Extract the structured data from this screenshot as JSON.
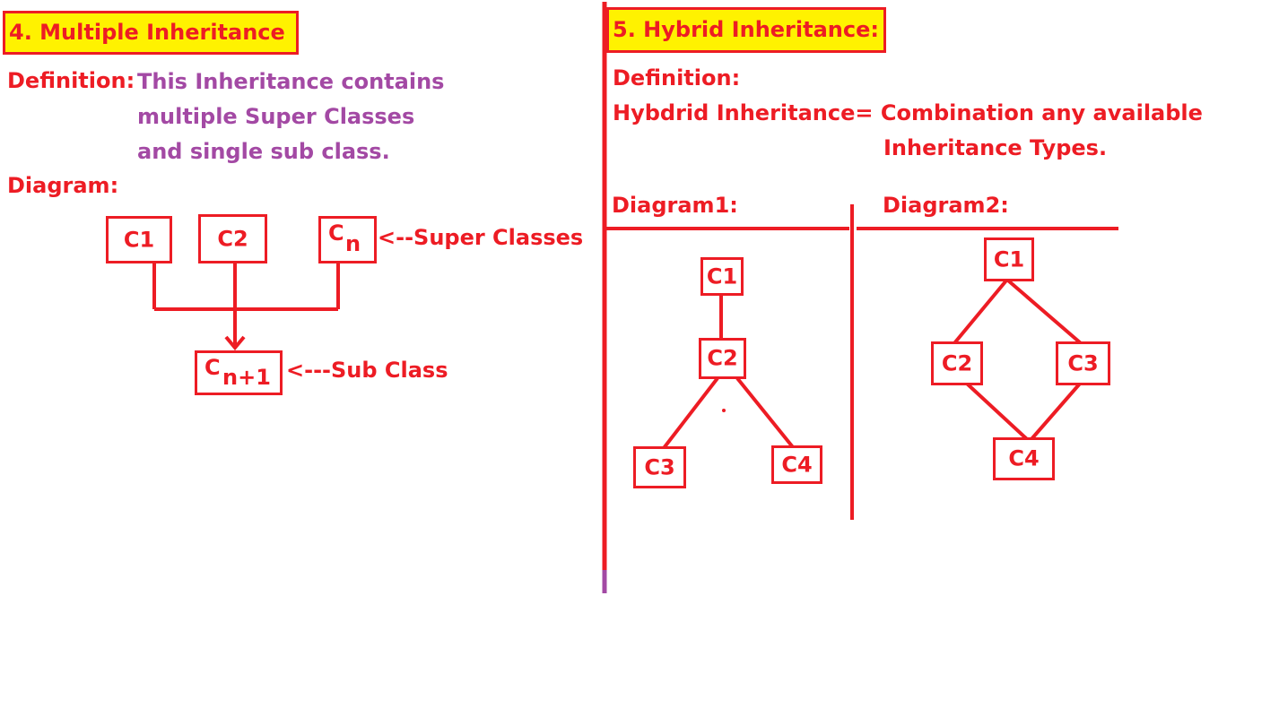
{
  "left": {
    "title": "4. Multiple Inheritance",
    "definition_label": "Definition:",
    "definition_lines": [
      "This Inheritance contains",
      "multiple Super Classes",
      "and single sub class."
    ],
    "diagram_label": "Diagram:",
    "super_boxes": [
      "C1",
      "C2"
    ],
    "cn_base": "C",
    "cn_sub": "n",
    "super_note": "<--Super Classes",
    "sub_base": "C",
    "sub_sub": "n+1",
    "sub_note": "<---Sub Class"
  },
  "right": {
    "title": "5. Hybrid Inheritance:",
    "definition_label": "Definition:",
    "definition_line1": "Hybdrid Inheritance= Combination any available",
    "definition_line2": "Inheritance  Types.",
    "diagram1": {
      "label": "Diagram1:",
      "nodes": [
        "C1",
        "C2",
        "C3",
        "C4"
      ]
    },
    "diagram2": {
      "label": "Diagram2:",
      "nodes": [
        "C1",
        "C2",
        "C3",
        "C4"
      ]
    }
  },
  "colors": {
    "accent": "#ed1c24",
    "highlight": "#fff200",
    "definition_text": "#a349a4",
    "divider_tail": "#a349a4"
  }
}
